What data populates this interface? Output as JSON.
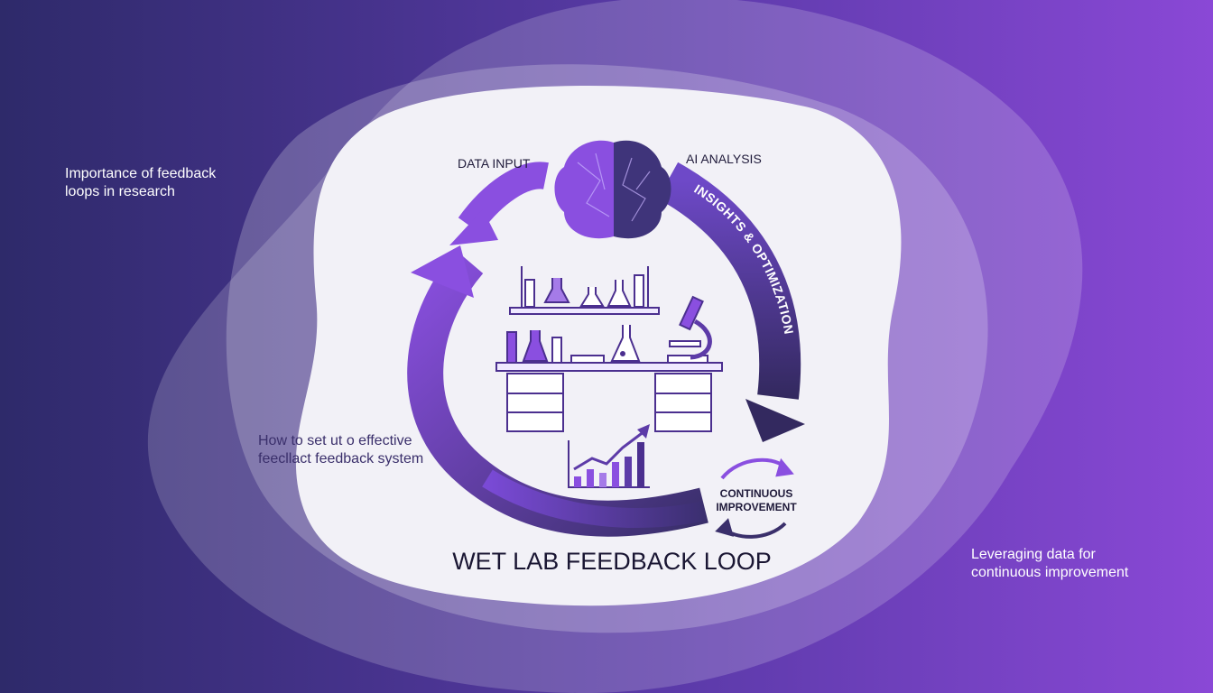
{
  "colors": {
    "bg_left": "#2e2a6a",
    "bg_right": "#8a48d6",
    "panel": "#f2f1f7",
    "accent_purple": "#8047d8",
    "accent_dark": "#3a2f6b"
  },
  "diagram": {
    "title": "WET LAB FEEDBACK LOOP",
    "nodes": {
      "data_input": "DATA INPUT",
      "ai_analysis": "AI ANALYSIS",
      "insights": "INSIGHTS & OPTIMIZATION",
      "continuous_line1": "CONTINUOUS",
      "continuous_line2": "IMPROVEMENT"
    }
  },
  "notes": {
    "left_top": [
      "Importance of feedback",
      "loops in research"
    ],
    "left_mid": [
      "How to set ut o effective",
      "feecllact feedback system"
    ],
    "right_bottom": [
      "Leveraging data for",
      "continuous improvement"
    ]
  }
}
